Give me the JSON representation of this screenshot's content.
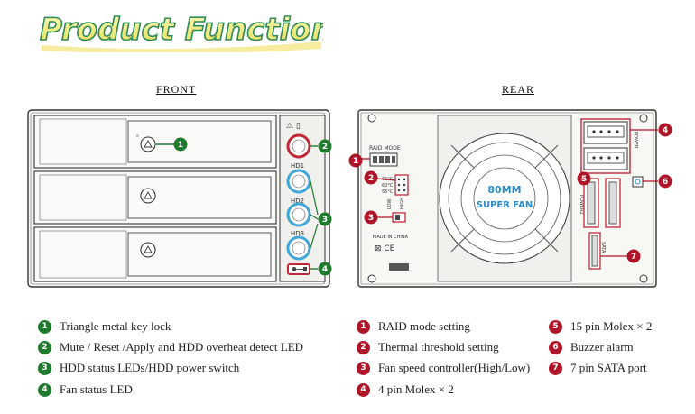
{
  "title": "Product Function",
  "front": {
    "label": "FRONT",
    "led_labels": [
      "HD1",
      "HD2",
      "HD3"
    ]
  },
  "rear": {
    "label": "REAR",
    "fan_size": "80MM",
    "fan_name": "SUPER FAN",
    "raid_label": "RAID MODE",
    "temps": [
      "65°C",
      "60°C",
      "55°C"
    ],
    "fan_speed": [
      "LOW",
      "HIGH"
    ],
    "made_in": "MADE IN CHINA",
    "power_label": "POWER",
    "power2_label": "POWER2",
    "sata_label": "SATA"
  },
  "front_legend": [
    {
      "num": "1",
      "text": "Triangle metal key lock"
    },
    {
      "num": "2",
      "text": "Mute / Reset /Apply and HDD overheat detect LED"
    },
    {
      "num": "3",
      "text": "HDD status LEDs/HDD power switch"
    },
    {
      "num": "4",
      "text": "Fan status LED"
    }
  ],
  "rear_legend": [
    {
      "num": "1",
      "text": "RAID mode setting"
    },
    {
      "num": "2",
      "text": "Thermal threshold setting"
    },
    {
      "num": "3",
      "text": "Fan speed controller(High/Low)"
    },
    {
      "num": "4",
      "text": "4 pin Molex × 2"
    }
  ],
  "rear_legend_right": [
    {
      "num": "5",
      "text": "15 pin Molex × 2"
    },
    {
      "num": "6",
      "text": "Buzzer alarm"
    },
    {
      "num": "7",
      "text": "7 pin SATA port"
    }
  ],
  "colors": {
    "green_badge": "#1f7a2e",
    "red_badge": "#b0162a",
    "title_fill": "#f2ee88",
    "title_stroke": "#2e8b57"
  }
}
